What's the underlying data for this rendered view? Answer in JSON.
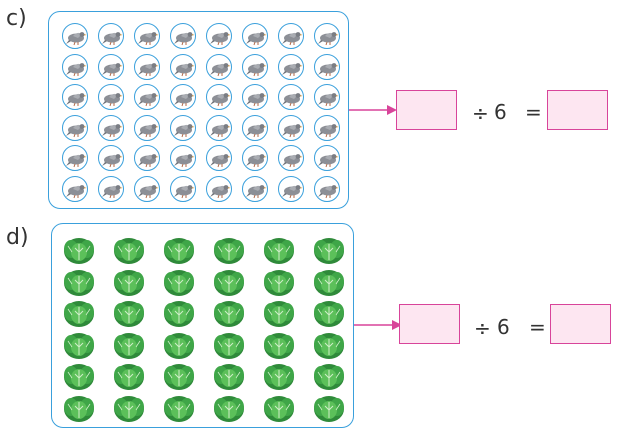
{
  "parts": [
    {
      "label": "c)",
      "item_icon": "pigeon-icon",
      "rows": 6,
      "cols": 8,
      "divide_symbol": "÷",
      "divisor": "6",
      "equals_symbol": "="
    },
    {
      "label": "d)",
      "item_icon": "cabbage-icon",
      "rows": 6,
      "cols": 6,
      "divide_symbol": "÷",
      "divisor": "6",
      "equals_symbol": "="
    }
  ],
  "colors": {
    "panel_border": "#3aa0dc",
    "answer_box_border": "#d8449a",
    "answer_box_fill": "#fde6f1",
    "arrow": "#d8449a"
  }
}
